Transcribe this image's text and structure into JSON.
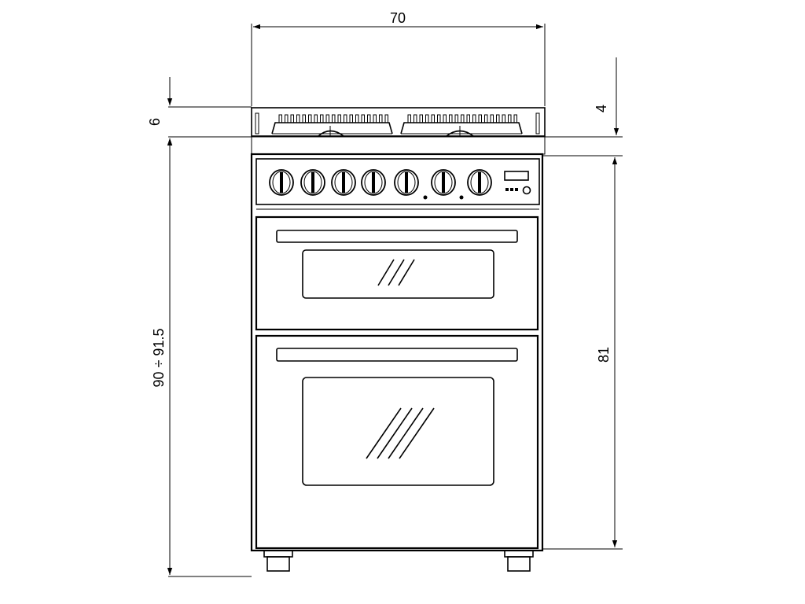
{
  "drawing": {
    "dimensions": {
      "width": "70",
      "top_height": "6",
      "top_right": "4",
      "total_height": "90 ÷ 91.5",
      "body_height": "81"
    }
  }
}
